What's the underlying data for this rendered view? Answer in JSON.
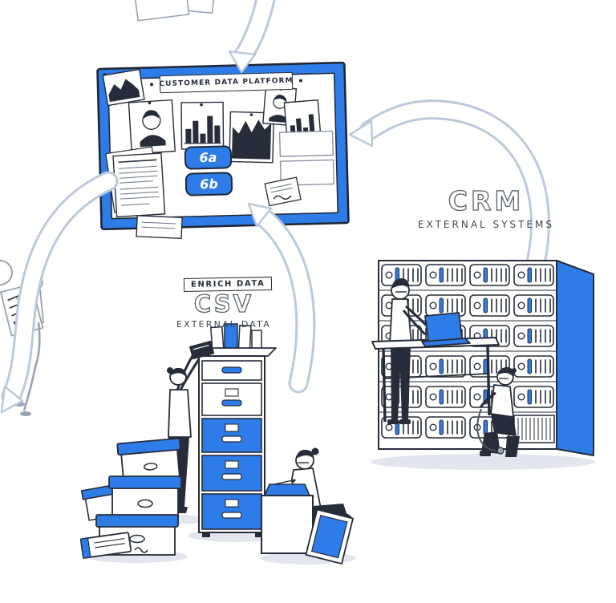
{
  "board": {
    "title": "CUSTOMER DATA PLATFORM",
    "buttons": [
      {
        "label": "6a"
      },
      {
        "label": "6b"
      }
    ]
  },
  "crm": {
    "title": "CRM",
    "subtitle": "EXTERNAL SYSTEMS"
  },
  "csv": {
    "badge": "ENRICH DATA",
    "title": "CSV",
    "subtitle": "EXTERNAL DATA"
  },
  "colors": {
    "accent_blue": "#2e7ce8",
    "ink": "#262c3a",
    "arrow_outline": "#bcc9db",
    "sketch_gray": "#98a3b2",
    "shadow": "#e3e7ed"
  }
}
